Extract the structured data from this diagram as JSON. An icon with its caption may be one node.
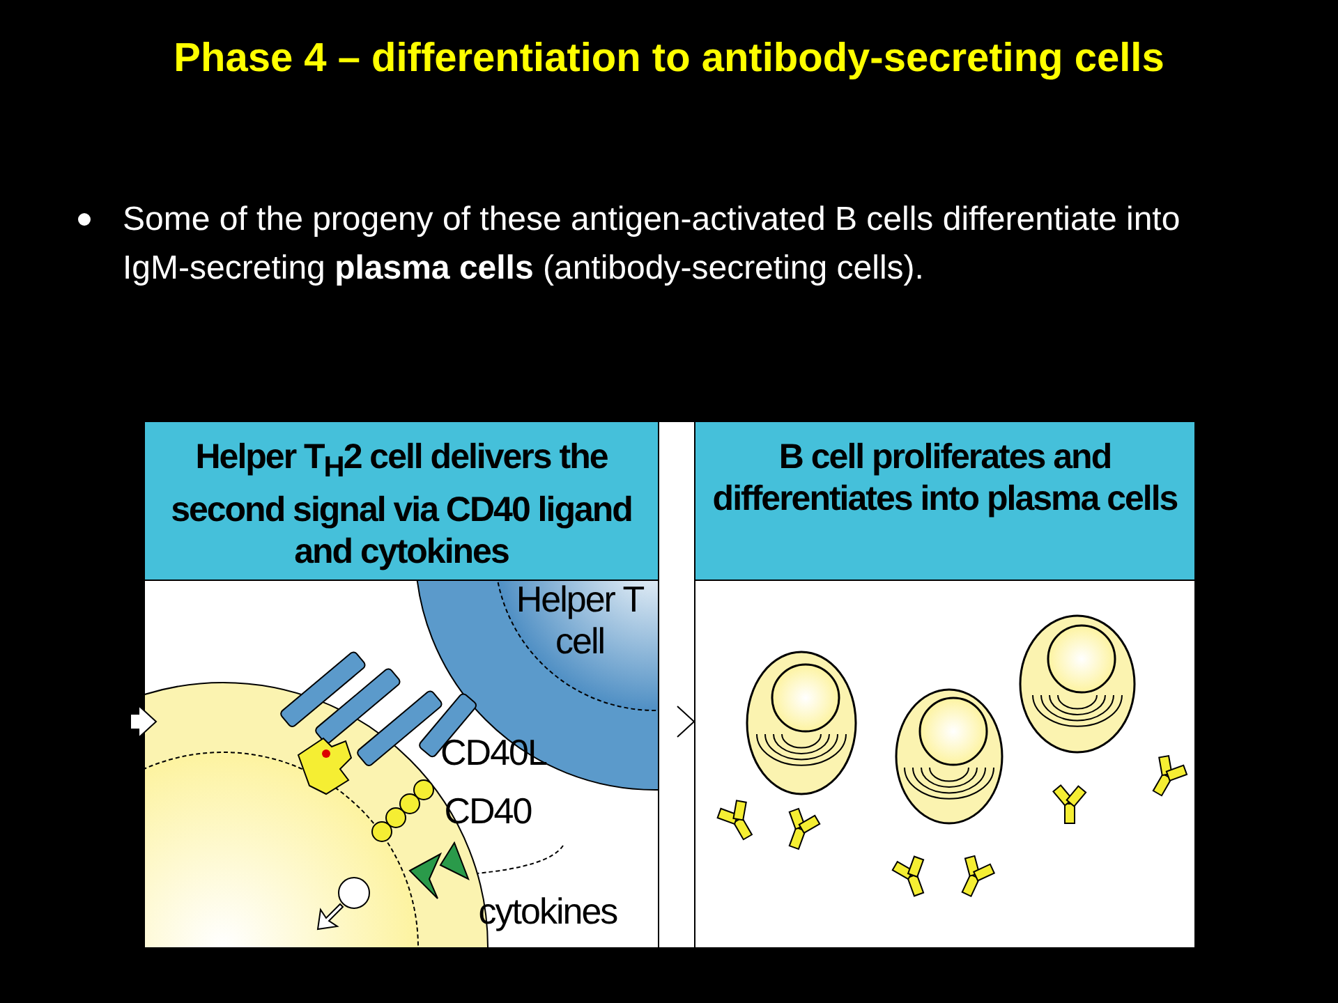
{
  "diagram": {
    "title": "Phase 4 – differentiation to antibody-secreting cells",
    "nodes": [
      {
        "text": [
          "Helper T$_{H}$2 cell delivers the second signal via CD40 ligand and cytokines"
        ]
      },
      {
        "text": [
          "B cell proliferates and differentiates into plasma cells"
        ]
      }
    ],
    "edges": [
      {
        "from": null,
        "to": 0,
        "arrow": "to"
      },
      {
        "from": 0,
        "to": 1,
        "arrow": "to"
      }
    ],
    "labels": [
      "Some of the progeny of these antigen-activated B cells differentiate into IgM-secreting **plasma cells** (antibody-secreting cells).",
      "Helper T cell",
      "CD40L",
      "CD40",
      "cytokines"
    ]
  }
}
